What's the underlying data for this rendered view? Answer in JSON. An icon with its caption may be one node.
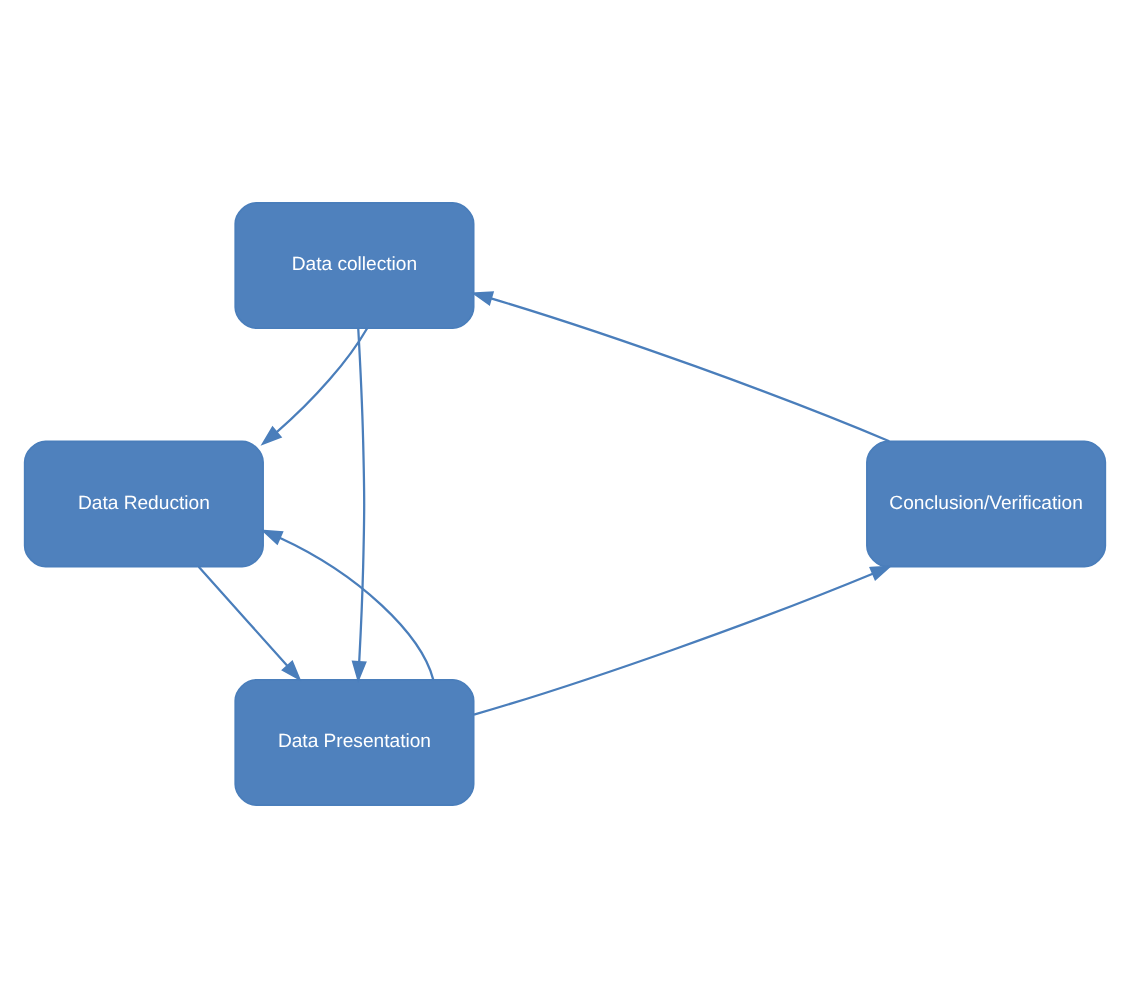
{
  "diagram": {
    "nodes": [
      {
        "text": [
          "Data collection"
        ]
      },
      {
        "text": [
          "Data Reduction"
        ]
      },
      {
        "text": [
          "Data Presentation"
        ]
      },
      {
        "text": [
          "Conclusion/Verification"
        ]
      }
    ],
    "edges": [
      {
        "from": 0,
        "to": 1,
        "arrow": "to"
      },
      {
        "from": 0,
        "to": 2,
        "arrow": "to"
      },
      {
        "from": 1,
        "to": 2,
        "arrow": "to"
      },
      {
        "from": 2,
        "to": 1,
        "arrow": "to"
      },
      {
        "from": 2,
        "to": 3,
        "arrow": "to"
      },
      {
        "from": 3,
        "to": 0,
        "arrow": "to"
      }
    ]
  }
}
